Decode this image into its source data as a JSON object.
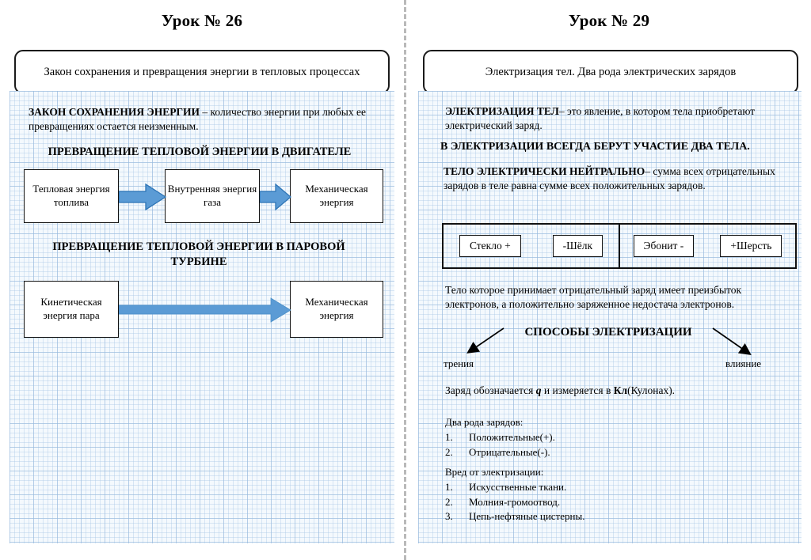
{
  "divider": {
    "color": "#b9b9b9"
  },
  "left": {
    "lesson_title": "Урок № 26",
    "topic": "Закон сохранения и превращения энергии в тепловых процессах",
    "law": {
      "term": "ЗАКОН СОХРАНЕНИЯ ЭНЕРГИИ",
      "definition": " – количество энергии при любых ее превращениях остается неизменным."
    },
    "engine": {
      "heading": "ПРЕВРАЩЕНИЕ ТЕПЛОВОЙ ЭНЕРГИИ В ДВИГАТЕЛЕ",
      "boxes": [
        "Тепловая энергия топлива",
        "Внутренняя энергия газа",
        "Механическая энергия"
      ]
    },
    "turbine": {
      "heading": "ПРЕВРАЩЕНИЕ ТЕПЛОВОЙ ЭНЕРГИИ В ПАРОВОЙ ТУРБИНЕ",
      "boxes": [
        "Кинетическая энергия пара",
        "Механическая энергия"
      ]
    },
    "arrow_color": "#5B9BD5",
    "arrow_stroke": "#2E75B6"
  },
  "right": {
    "lesson_title": "Урок № 29",
    "topic": "Электризация тел. Два рода электрических зарядов",
    "electrization": {
      "term": "ЭЛЕКТРИЗАЦИЯ ТЕЛ",
      "definition": "– это явление, в котором тела приобретают электрический заряд."
    },
    "two_bodies": "В ЭЛЕКТРИЗАЦИИ ВСЕГДА БЕРУТ УЧАСТИЕ ДВА ТЕЛА.",
    "neutral": {
      "term": "ТЕЛО ЭЛЕКТРИЧЕСКИ НЕЙТРАЛЬНО",
      "definition": "– сумма всех отрицательных зарядов в теле равна сумме всех положительных зарядов."
    },
    "materials": {
      "pair_one": [
        "Стекло +",
        "-Шёлк"
      ],
      "pair_two": [
        "Эбонит -",
        "+Шерсть"
      ]
    },
    "excess": "Тело которое принимает отрицательный заряд имеет преизбыток электронов, а положительно заряженное недостача электронов.",
    "ways": {
      "heading": "СПОСОБЫ ЭЛЕКТРИЗАЦИИ",
      "left_label": "трения",
      "right_label": "влияние"
    },
    "charge_note": {
      "prefix": "Заряд обозначается ",
      "symbol": "q",
      "middle": " и измеряется в ",
      "unit": "Кл",
      "suffix": "(Кулонах)."
    },
    "kinds": {
      "title": "Два рода зарядов:",
      "items": [
        {
          "num": "1.",
          "text": "Положительные(+)."
        },
        {
          "num": "2.",
          "text": "Отрицательные(-)."
        }
      ]
    },
    "harm": {
      "title": "Вред от электризации:",
      "items": [
        {
          "num": "1.",
          "text": "Искусственные ткани."
        },
        {
          "num": "2.",
          "text": "Молния-громоотвод."
        },
        {
          "num": "3.",
          "text": "Цепь-нефтяные цистерны."
        }
      ]
    }
  }
}
